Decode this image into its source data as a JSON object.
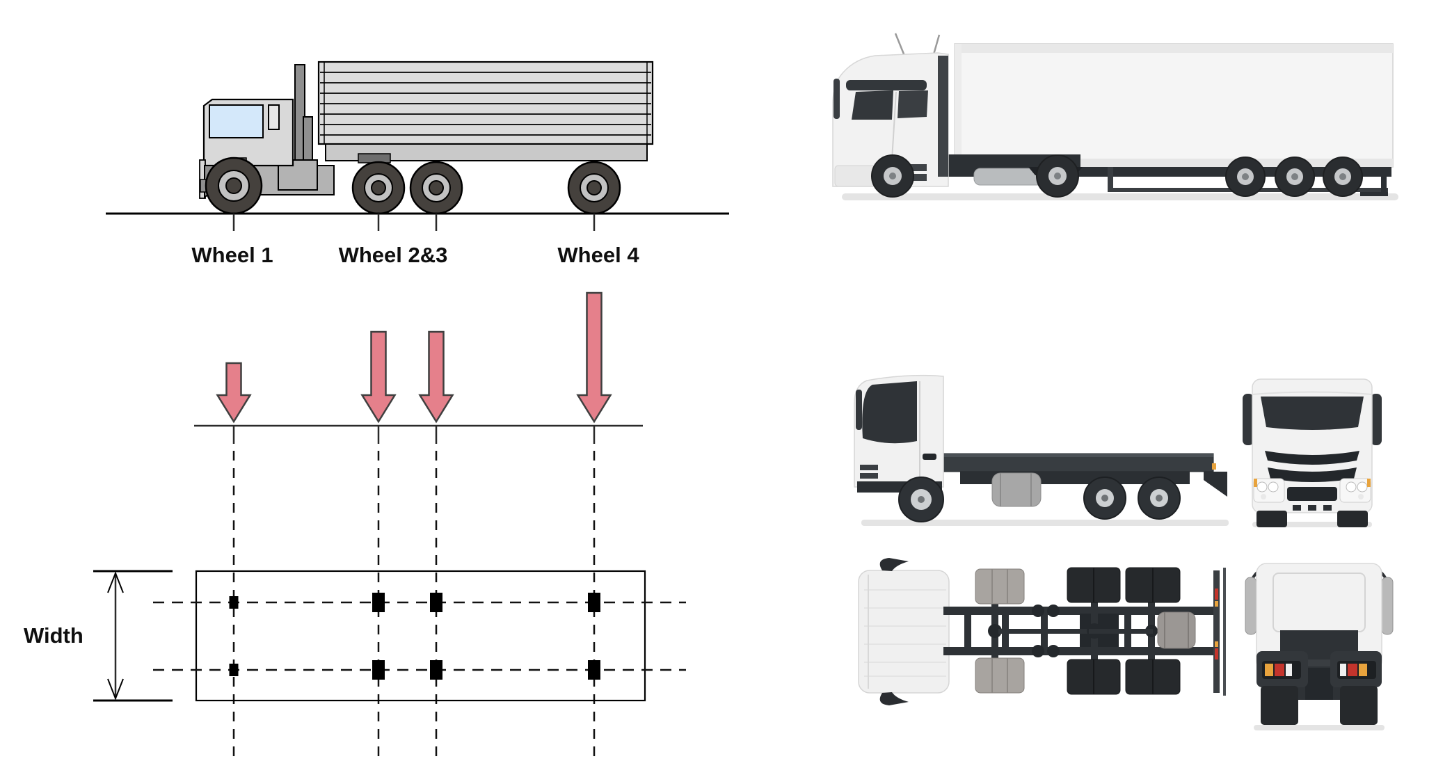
{
  "labels": {
    "wheel_1": "Wheel 1",
    "wheel_2_3": "Wheel 2&3",
    "wheel_4": "Wheel 4",
    "width": "Width"
  },
  "colors": {
    "load_arrow_fill": "#e5808b",
    "load_arrow_stroke": "#3f3f3f",
    "diagram_line": "#000000",
    "clipart_body": "#d9d9d9",
    "clipart_box": "#dcdcdc",
    "clipart_dark": "#8f8f8f",
    "clipart_window": "#d4e8fa",
    "tire_dark": "#45413d",
    "rim_light": "#c2c2c2",
    "truck_white": "#f2f2f2",
    "truck_dark": "#2e3236",
    "tail_red": "#c4342c",
    "tail_amber": "#e8a33d"
  },
  "icons": [
    {
      "name": "clipart-truck-side-view"
    },
    {
      "name": "semi-trailer-truck-side-view"
    },
    {
      "name": "flatbed-truck-side-view"
    },
    {
      "name": "truck-front-view"
    },
    {
      "name": "truck-top-view"
    },
    {
      "name": "truck-rear-view"
    }
  ]
}
